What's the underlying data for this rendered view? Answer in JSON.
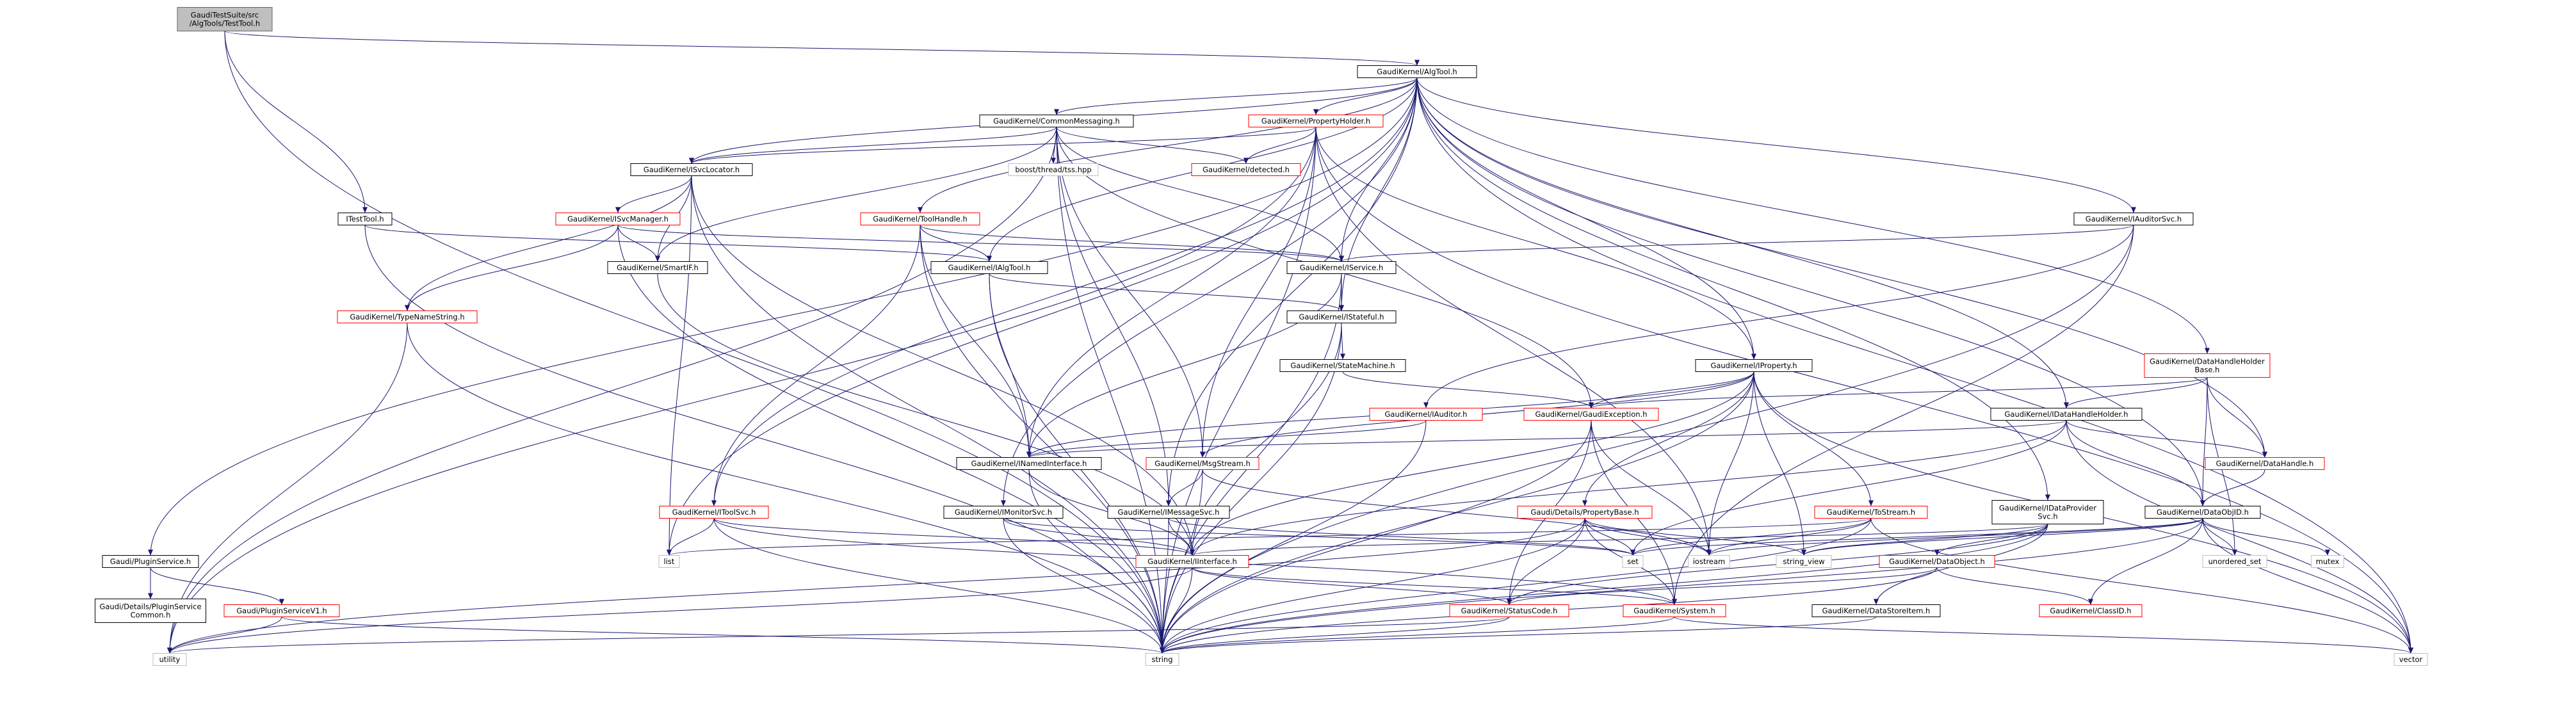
{
  "colors": {
    "edge": "#191970",
    "box_fill": "#ffffff",
    "text": "#000000"
  },
  "nodes": [
    {
      "lines": [
        "GaudiTestSuite/src",
        "/AlgTools/TestTool.h"
      ],
      "border": "#666666",
      "fill": "#bfbfbf",
      "includes": [
        1,
        7,
        48
      ]
    },
    {
      "lines": [
        "GaudiKernel/AlgTool.h"
      ],
      "border": "#000000",
      "includes": [
        2,
        3,
        4,
        9,
        12,
        13,
        15,
        17,
        10,
        18,
        21,
        24,
        31,
        30,
        26,
        25,
        27,
        32,
        33,
        49
      ]
    },
    {
      "lines": [
        "GaudiKernel/CommonMessaging.h"
      ],
      "border": "#000000",
      "includes": [
        4,
        5,
        6,
        13,
        11,
        23,
        27,
        20,
        47,
        48
      ]
    },
    {
      "lines": [
        "GaudiKernel/PropertyHolder.h"
      ],
      "border": "#ff0000",
      "includes": [
        4,
        6,
        17,
        22,
        23,
        36,
        48,
        49,
        47
      ]
    },
    {
      "lines": [
        "GaudiKernel/ISvcLocator.h"
      ],
      "border": "#000000",
      "includes": [
        8,
        11,
        14,
        34,
        33,
        48
      ]
    },
    {
      "lines": [
        "boost/thread/tss.hpp"
      ],
      "border": "#bfbfbf",
      "includes": []
    },
    {
      "lines": [
        "GaudiKernel/detected.h"
      ],
      "border": "#ff0000",
      "includes": []
    },
    {
      "lines": [
        "ITestTool.h"
      ],
      "border": "#000000",
      "includes": [
        12,
        48
      ]
    },
    {
      "lines": [
        "GaudiKernel/ISvcManager.h"
      ],
      "border": "#ff0000",
      "includes": [
        14,
        11,
        13,
        48
      ]
    },
    {
      "lines": [
        "GaudiKernel/ToolHandle.h"
      ],
      "border": "#ff0000",
      "includes": [
        12,
        25,
        22,
        13,
        48
      ]
    },
    {
      "lines": [
        "GaudiKernel/IAuditorSvc.h"
      ],
      "border": "#000000",
      "includes": [
        13,
        19,
        44,
        48
      ]
    },
    {
      "lines": [
        "GaudiKernel/SmartIF.h"
      ],
      "border": "#000000",
      "includes": [
        34
      ]
    },
    {
      "lines": [
        "GaudiKernel/IAlgTool.h"
      ],
      "border": "#000000",
      "includes": [
        22,
        15,
        48
      ]
    },
    {
      "lines": [
        "GaudiKernel/IService.h"
      ],
      "border": "#000000",
      "includes": [
        22,
        15,
        48
      ]
    },
    {
      "lines": [
        "GaudiKernel/TypeNameString.h"
      ],
      "border": "#ff0000",
      "includes": [
        48,
        47
      ]
    },
    {
      "lines": [
        "GaudiKernel/IStateful.h"
      ],
      "border": "#000000",
      "includes": [
        34,
        16,
        48
      ]
    },
    {
      "lines": [
        "GaudiKernel/StateMachine.h"
      ],
      "border": "#000000",
      "includes": [
        20
      ]
    },
    {
      "lines": [
        "GaudiKernel/IProperty.h"
      ],
      "border": "#000000",
      "includes": [
        22,
        34,
        20,
        28,
        29,
        23,
        36,
        48,
        37,
        49
      ]
    },
    {
      "lines": [
        "GaudiKernel/DataHandleHolder",
        "Base.h"
      ],
      "border": "#ff0000",
      "includes": [
        21,
        24,
        31,
        20,
        39
      ]
    },
    {
      "lines": [
        "GaudiKernel/IAuditor.h"
      ],
      "border": "#ff0000",
      "includes": [
        22,
        48
      ]
    },
    {
      "lines": [
        "GaudiKernel/GaudiException.h"
      ],
      "border": "#ff0000",
      "includes": [
        43,
        44,
        36,
        48
      ]
    },
    {
      "lines": [
        "GaudiKernel/IDataHandleHolder.h"
      ],
      "border": "#000000",
      "includes": [
        24,
        31,
        22,
        34,
        35,
        49
      ]
    },
    {
      "lines": [
        "GaudiKernel/INamedInterface.h"
      ],
      "border": "#000000",
      "includes": [
        34,
        48
      ]
    },
    {
      "lines": [
        "GaudiKernel/MsgStream.h"
      ],
      "border": "#ff0000",
      "includes": [
        27,
        36,
        48
      ]
    },
    {
      "lines": [
        "GaudiKernel/DataHandle.h"
      ],
      "border": "#ff0000",
      "includes": [
        31
      ]
    },
    {
      "lines": [
        "GaudiKernel/IToolSvc.h"
      ],
      "border": "#ff0000",
      "includes": [
        34,
        44,
        33,
        48
      ]
    },
    {
      "lines": [
        "GaudiKernel/IMonitorSvc.h"
      ],
      "border": "#000000",
      "includes": [
        34,
        35,
        48
      ]
    },
    {
      "lines": [
        "GaudiKernel/IMessageSvc.h"
      ],
      "border": "#000000",
      "includes": [
        34,
        35,
        48
      ]
    },
    {
      "lines": [
        "Gaudi/Details/PropertyBase.h"
      ],
      "border": "#ff0000",
      "includes": [
        43,
        44,
        36,
        35,
        48,
        37,
        47
      ]
    },
    {
      "lines": [
        "GaudiKernel/ToStream.h"
      ],
      "border": "#ff0000",
      "includes": [
        36,
        33,
        35,
        48,
        49
      ]
    },
    {
      "lines": [
        "GaudiKernel/IDataProvider",
        "Svc.h"
      ],
      "border": "#000000",
      "includes": [
        34,
        38,
        45,
        43,
        48,
        37
      ]
    },
    {
      "lines": [
        "GaudiKernel/DataObjID.h"
      ],
      "border": "#000000",
      "includes": [
        46,
        36,
        35,
        48,
        39,
        40,
        49,
        37
      ]
    },
    {
      "lines": [
        "Gaudi/PluginService.h"
      ],
      "border": "#000000",
      "includes": [
        41,
        42
      ]
    },
    {
      "lines": [
        "list"
      ],
      "border": "#bfbfbf",
      "includes": []
    },
    {
      "lines": [
        "GaudiKernel/IInterface.h"
      ],
      "border": "#ff0000",
      "includes": [
        43,
        44,
        47,
        48
      ]
    },
    {
      "lines": [
        "set"
      ],
      "border": "#bfbfbf",
      "includes": []
    },
    {
      "lines": [
        "iostream"
      ],
      "border": "#bfbfbf",
      "includes": []
    },
    {
      "lines": [
        "string_view"
      ],
      "border": "#bfbfbf",
      "includes": []
    },
    {
      "lines": [
        "GaudiKernel/DataObject.h"
      ],
      "border": "#ff0000",
      "includes": [
        46,
        43,
        48
      ]
    },
    {
      "lines": [
        "unordered_set"
      ],
      "border": "#bfbfbf",
      "includes": []
    },
    {
      "lines": [
        "mutex"
      ],
      "border": "#bfbfbf",
      "includes": []
    },
    {
      "lines": [
        "Gaudi/Details/PluginService",
        "Common.h"
      ],
      "border": "#000000",
      "includes": []
    },
    {
      "lines": [
        "Gaudi/PluginServiceV1.h"
      ],
      "border": "#ff0000",
      "includes": [
        48,
        47
      ]
    },
    {
      "lines": [
        "GaudiKernel/StatusCode.h"
      ],
      "border": "#ff0000",
      "includes": [
        48,
        47
      ]
    },
    {
      "lines": [
        "GaudiKernel/System.h"
      ],
      "border": "#ff0000",
      "includes": [
        48,
        49
      ]
    },
    {
      "lines": [
        "GaudiKernel/DataStoreItem.h"
      ],
      "border": "#000000",
      "includes": [
        48
      ]
    },
    {
      "lines": [
        "GaudiKernel/ClassID.h"
      ],
      "border": "#ff0000",
      "includes": []
    },
    {
      "lines": [
        "utility"
      ],
      "border": "#bfbfbf",
      "includes": []
    },
    {
      "lines": [
        "string"
      ],
      "border": "#bfbfbf",
      "includes": []
    },
    {
      "lines": [
        "vector"
      ],
      "border": "#bfbfbf",
      "includes": []
    }
  ]
}
